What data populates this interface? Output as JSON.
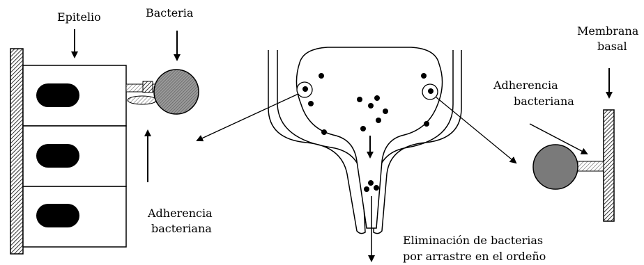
{
  "labels": {
    "epitelio": "Epitelio",
    "bacteria": "Bacteria",
    "membrana_line1": "Membrana",
    "membrana_line2": "basal",
    "adherencia_left_line1": "Adherencia",
    "adherencia_left_line2": "bacteriana",
    "adherencia_right_line1": "Adherencia",
    "adherencia_right_line2": "bacteriana",
    "eliminacion_line1": "Eliminación de bacterias",
    "eliminacion_line2": "por arrastre en el ordeño"
  },
  "colors": {
    "ink": "#000000",
    "bacteria_fill": "#777777",
    "hatch": "#555555",
    "background": "#ffffff"
  }
}
